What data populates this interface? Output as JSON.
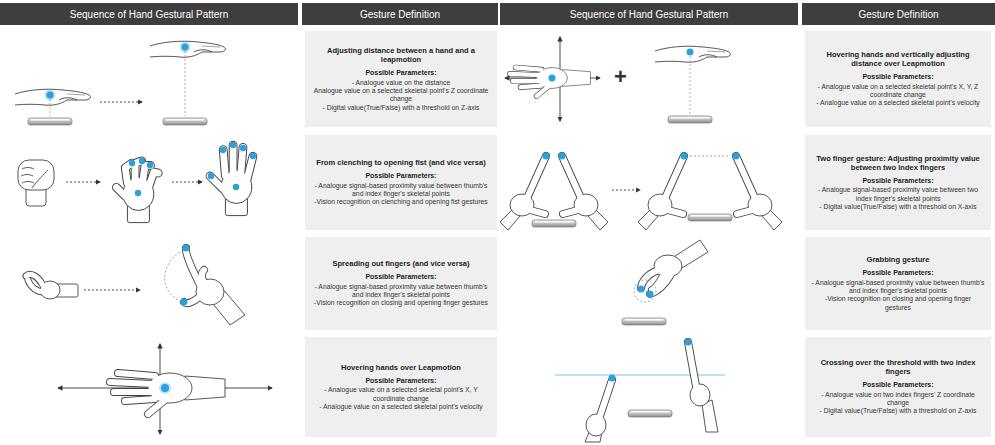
{
  "diagram": {
    "nodes": [
      {
        "text": [
          "Sequence of Hand Gestural Pattern"
        ]
      },
      {
        "text": [
          "Gesture Definition"
        ]
      },
      {
        "text": [
          "Sequence of Hand Gestural Pattern"
        ]
      },
      {
        "text": [
          "Gesture Definition"
        ]
      },
      {
        "text": [
          "Adjusting distance between a hand and a leapmotion",
          "Possible Parameters:",
          "- Analogue value on the distance",
          "Analogue value on a selected skeletal point's Z coordinate change",
          "- Digital value(True/False) with a threshold on Z-axis"
        ]
      },
      {
        "text": [
          "Hovering hands and vertically adjusting distance over Leapmotion",
          "Possible Parameters:",
          "- Analogue value on a selected skeletal point's X, Y, Z coordinate change",
          "- Analogue value on a selected skeletal point's velocity"
        ]
      },
      {
        "text": [
          "From clenching to opening fist (and vice versa)",
          "Possible Parameters:",
          "- Analogue signal-based proximity value between thumb's and index finger's skeletal points",
          "-Vision recognition on clenching and opening fist gestures"
        ]
      },
      {
        "text": [
          "Two finger gesture: Adjusting proximity value between two index fingers",
          "Possible Parameters:",
          "- Analogue signal-based proximity value between two index finger's skeletal points",
          "- Digital value(True/False) with a threshold on X-axis"
        ]
      },
      {
        "text": [
          "Spreading out fingers (and vice versa)",
          "Possible Parameters:",
          "- Analogue signal-based proximity value between thumb's and index finger's skeletal points",
          "-Vision recognition on closing and opening finger gestures"
        ]
      },
      {
        "text": [
          "Grabbing gesture",
          "Possible Parameters:",
          "- Analogue signal-based proximity value between thumb's and index finger's skeletal points",
          "-Vision recognition on closing and opening finger gestures"
        ]
      },
      {
        "text": [
          "Hovering hands over Leapmotion",
          "Possible Parameters:",
          "- Analogue value on a selected skeletal point's X, Y coordinate change",
          "- Analogue value on a selected skeletal point's velocity"
        ]
      },
      {
        "text": [
          "Crossing over the threshold with two index fingers",
          "Possible Parameters:",
          "- Analogue value on two index fingers' Z coordinate change",
          "- Digital value(True/False) with a threshold on Z-axis"
        ]
      }
    ],
    "labels": [
      "+"
    ]
  }
}
